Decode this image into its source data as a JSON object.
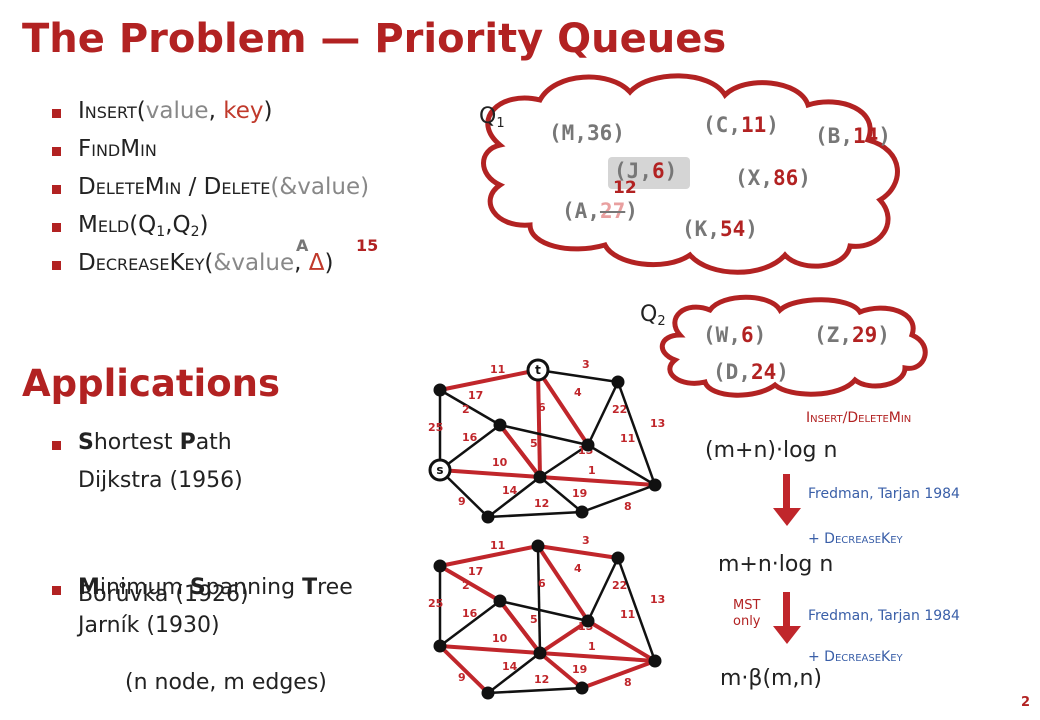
{
  "slide": {
    "title_part1": "The Problem",
    "title_dash": " — ",
    "title_part2": "Priority Queues",
    "page_number": "2"
  },
  "operations": [
    {
      "first": "I",
      "rest": "NSERT",
      "args_open": "(",
      "arg1": "value",
      "sep": ", ",
      "arg2": "key",
      "args_close": ")"
    },
    {
      "first": "F",
      "rest": "IND",
      "first2": "M",
      "rest2": "IN"
    },
    {
      "first": "D",
      "rest": "ELETE",
      "first2": "M",
      "rest2": "IN",
      "slash": " / ",
      "first3": "D",
      "rest3": "ELETE",
      "arg": "(&value)"
    },
    {
      "first": "M",
      "rest": "ELD",
      "arg": "(Q",
      "s1": "1",
      "comma": ",Q",
      "s2": "2",
      "close": ")"
    },
    {
      "first": "D",
      "rest": "ECREASE",
      "first2": "K",
      "rest2": "EY",
      "arg_open": "(",
      "arg1": "&value",
      "sep": ", ",
      "arg2": "Δ",
      "close": ")"
    }
  ],
  "annotations": {
    "A": "A",
    "fifteen": "15",
    "twelve": "12"
  },
  "queues": {
    "q1_label": "Q",
    "q1_sub": "1",
    "q1_items": [
      {
        "name": "M",
        "key": "36"
      },
      {
        "name": "C",
        "key": "11"
      },
      {
        "name": "B",
        "key": "14"
      },
      {
        "name": "J",
        "key": "6"
      },
      {
        "name": "X",
        "key": "86"
      },
      {
        "name": "A",
        "key": "27"
      },
      {
        "name": "K",
        "key": "54"
      }
    ],
    "q2_label": "Q",
    "q2_sub": "2",
    "q2_items": [
      {
        "name": "W",
        "key": "6"
      },
      {
        "name": "Z",
        "key": "29"
      },
      {
        "name": "D",
        "key": "24"
      }
    ]
  },
  "applications": {
    "heading": "Applications",
    "sp": {
      "b1": "S",
      "t1": "hortest ",
      "b2": "P",
      "t2": "ath"
    },
    "sp_ref": "Dijkstra (1956)",
    "mst": {
      "b1": "M",
      "t1": "inimum ",
      "b2": "S",
      "t2": "panning ",
      "b3": "T",
      "t3": "ree"
    },
    "mst_ref1": "Borůvka (1926)",
    "mst_ref2": "Jarník (1930)",
    "footnote": "(n node, m edges)"
  },
  "complexity": {
    "insert_label_a": "I",
    "insert_label_b": "NSERT",
    "insert_label_c": "/D",
    "insert_label_d": "ELETE",
    "insert_label_e": "M",
    "insert_label_f": "IN",
    "c1": "(m+n)·log n",
    "ref1": "Fredman, Tarjan 1984",
    "plus1": "+ D",
    "plus1_b": "ECREASE",
    "plus1_c": "K",
    "plus1_d": "EY",
    "c2": "m+n·log n",
    "mst_only_1": "MST",
    "mst_only_2": "only",
    "ref2": "Fredman, Tarjan 1984",
    "plus2": "+ D",
    "plus2_b": "ECREASE",
    "plus2_c": "K",
    "plus2_d": "EY",
    "c3": "m·β(m,n)"
  },
  "graph": {
    "node_s": "s",
    "node_t": "t",
    "edge_weights": [
      "11",
      "3",
      "17",
      "4",
      "2",
      "6",
      "22",
      "25",
      "16",
      "5",
      "15",
      "11",
      "13",
      "10",
      "1",
      "14",
      "19",
      "9",
      "12",
      "8"
    ]
  },
  "colors": {
    "accent": "#b22222",
    "edge_red": "#c0262b",
    "text": "#222222",
    "grey": "#888888",
    "link_blue": "#3a5fa8"
  }
}
